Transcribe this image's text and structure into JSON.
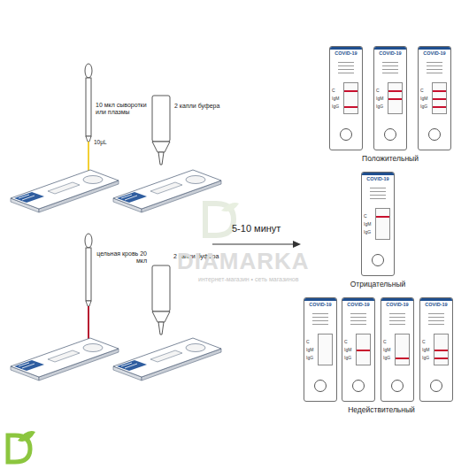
{
  "diagram": {
    "nodes": [
      {
        "text": [
          "COVID-19",
          "C",
          "IgM",
          "IgG"
        ]
      },
      {
        "text": [
          "COVID-19",
          "C",
          "IgM",
          "IgG"
        ]
      },
      {
        "text": [
          "COVID-19",
          "C",
          "IgM",
          "IgG"
        ]
      },
      {
        "text": [
          "COVID-19",
          "C",
          "IgM",
          "IgG"
        ]
      },
      {
        "text": [
          "COVID-19",
          "C",
          "IgM",
          "IgG"
        ]
      },
      {
        "text": [
          "COVID-19",
          "C",
          "IgM",
          "IgG"
        ]
      },
      {
        "text": [
          "COVID-19",
          "C",
          "IgM",
          "IgG"
        ]
      },
      {
        "text": [
          "COVID-19",
          "C",
          "IgM",
          "IgG"
        ]
      }
    ],
    "labels": [
      "10 мкл сыворотки или плазмы",
      "10μL",
      "2 капли буфера",
      "цельная кровь 20 мкл",
      "2 капли буфера",
      "5-10 минут",
      "Положительный",
      "Отрицательный",
      "Недействительный",
      "DIAMARKA",
      "интернет-магазин • сеть магазинов"
    ]
  }
}
